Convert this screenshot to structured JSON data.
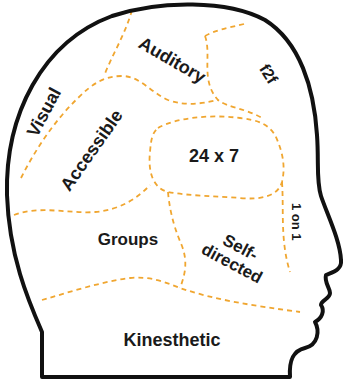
{
  "diagram": {
    "labels": [
      "Visual",
      "Auditory",
      "f2f",
      "Accessible",
      "24 x 7",
      "1 on 1",
      "Groups",
      "Self- directed",
      "Kinesthetic"
    ]
  }
}
